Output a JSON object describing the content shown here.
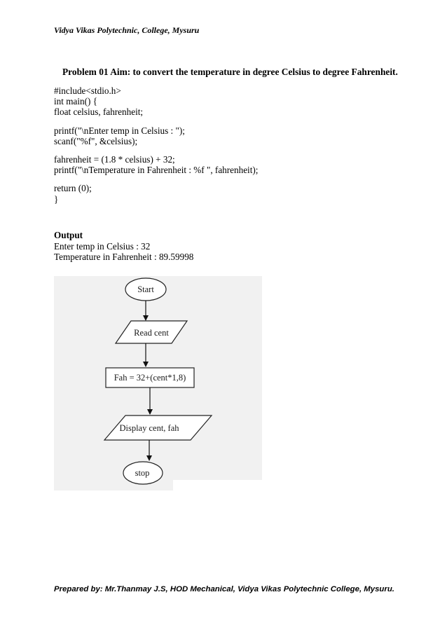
{
  "header": {
    "text": "Vidya Vikas Polytechnic, College, Mysuru"
  },
  "aim": "Problem 01 Aim: to convert the temperature in degree Celsius to degree Fahrenheit.",
  "code": {
    "lines": [
      "#include<stdio.h>",
      "int main() {",
      "float celsius, fahrenheit;",
      "printf(\"\\nEnter temp in Celsius : \");",
      "scanf(\"%f\", &celsius);",
      "fahrenheit = (1.8 * celsius) + 32;",
      "printf(\"\\nTemperature in Fahrenheit : %f \", fahrenheit);",
      "return (0);",
      "}"
    ]
  },
  "output": {
    "title": "Output",
    "lines": [
      "Enter temp in Celsius : 32",
      "Temperature in Fahrenheit : 89.59998"
    ]
  },
  "flowchart": {
    "start": "Start",
    "input": "Read cent",
    "process": "Fah = 32+(cent*1,8)",
    "output": "Display cent, fah",
    "stop": "stop"
  },
  "footer": {
    "text": "Prepared by: Mr.Thanmay J.S, HOD Mechanical, Vidya Vikas Polytechnic College, Mysuru."
  }
}
